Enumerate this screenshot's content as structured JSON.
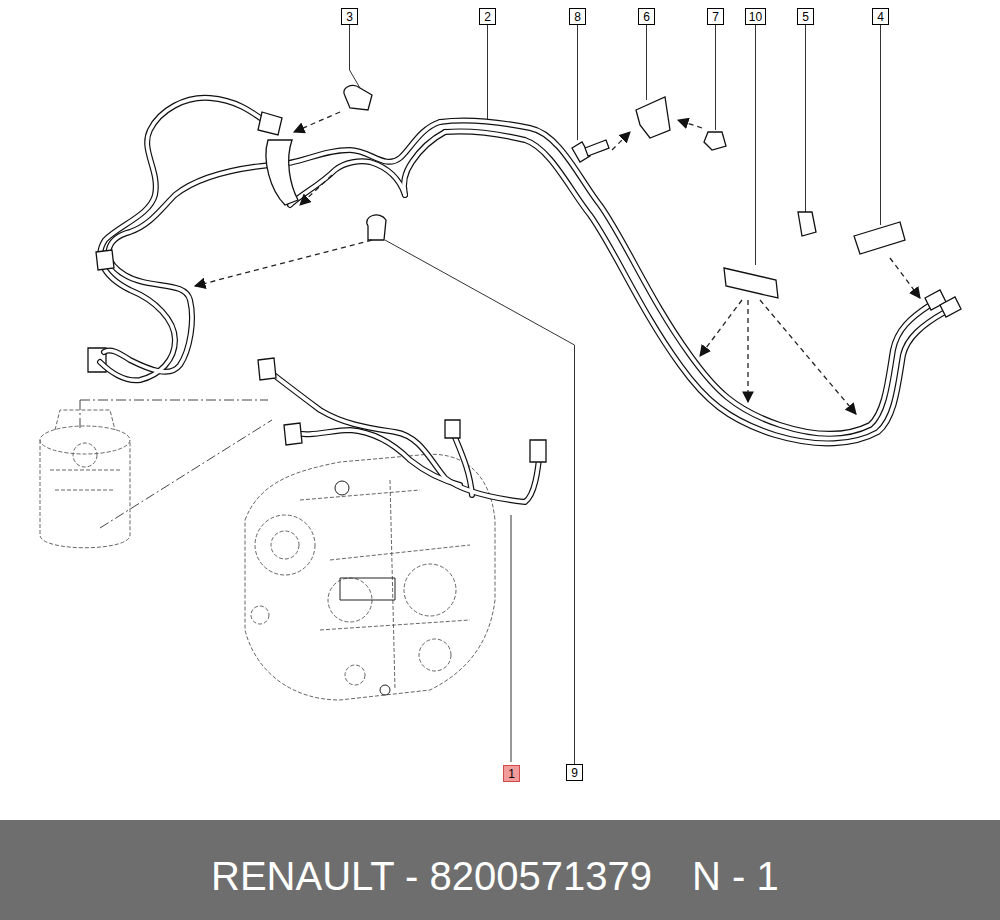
{
  "diagram": {
    "nodes": [
      {
        "text": [
          "3"
        ]
      },
      {
        "text": [
          "2"
        ]
      },
      {
        "text": [
          "8"
        ]
      },
      {
        "text": [
          "6"
        ]
      },
      {
        "text": [
          "7"
        ]
      },
      {
        "text": [
          "10"
        ]
      },
      {
        "text": [
          "5"
        ]
      },
      {
        "text": [
          "4"
        ]
      },
      {
        "text": [
          "1"
        ]
      },
      {
        "text": [
          "9"
        ]
      },
      {
        "text": [
          "RENAULT - 8200571379",
          "N - 1"
        ]
      }
    ]
  }
}
